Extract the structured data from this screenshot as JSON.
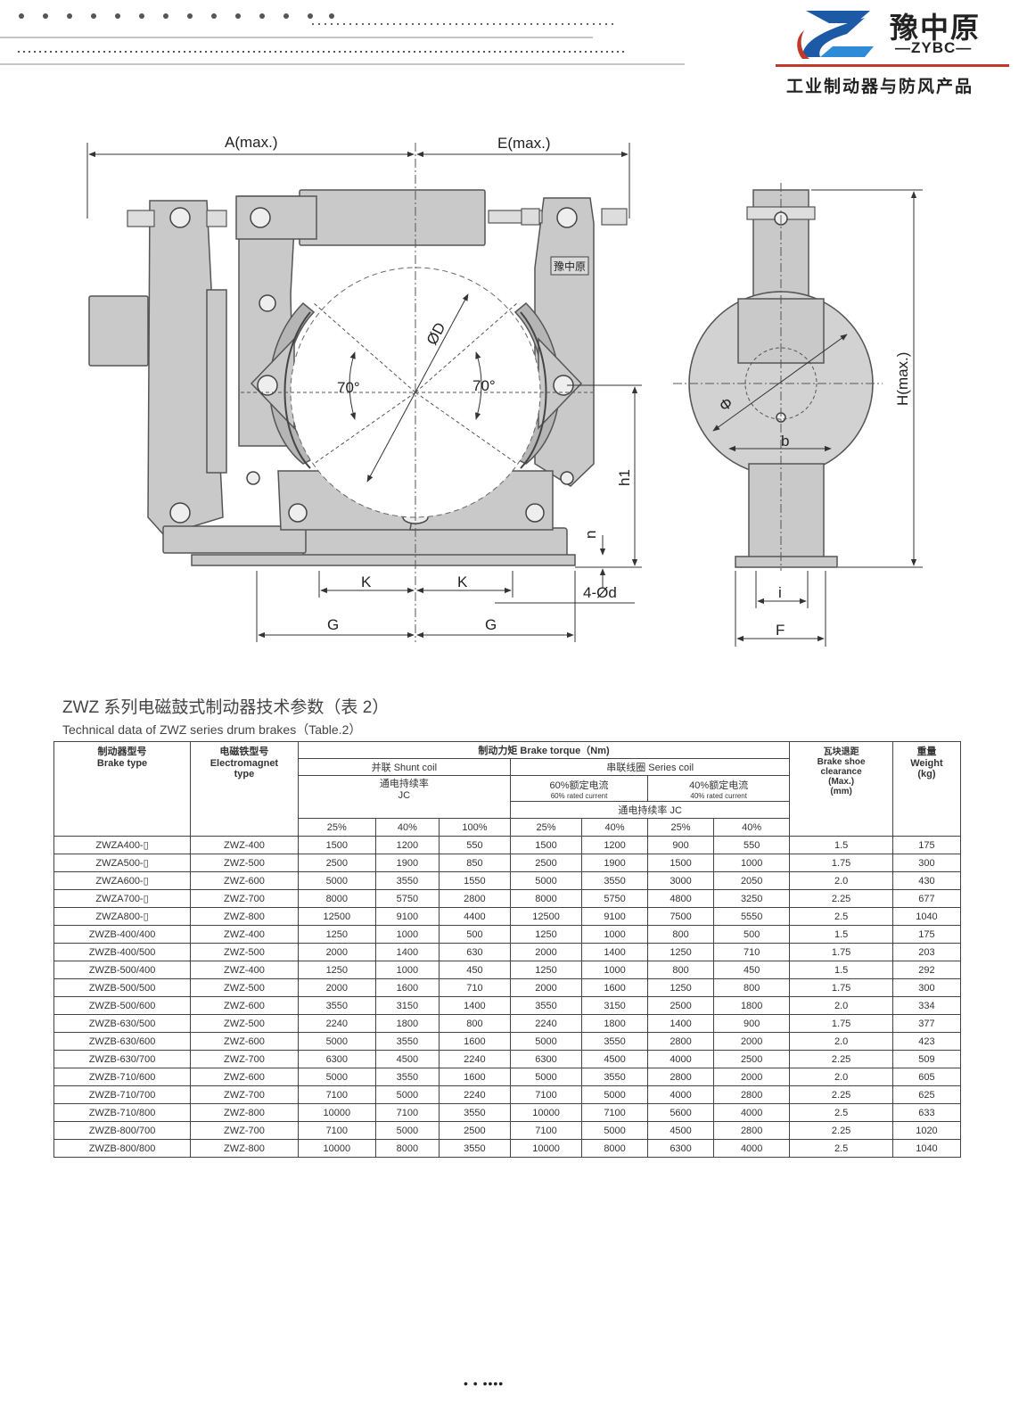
{
  "header": {
    "brand_cn": "豫中原",
    "brand_en": "—ZYBC—",
    "tagline": "工业制动器与防风产品"
  },
  "drawing": {
    "labels": {
      "a_max": "A(max.)",
      "e_max": "E(max.)",
      "diameter_d": "ØD",
      "angle_left": "70°",
      "angle_right": "70°",
      "nameplate": "豫中原",
      "h1": "h1",
      "n": "n",
      "k_left": "K",
      "k_right": "K",
      "holes": "4-Ød",
      "g_left": "G",
      "g_right": "G",
      "h_max": "H(max.)",
      "phi": "Φ",
      "b": "b",
      "i": "i",
      "f": "F"
    }
  },
  "table": {
    "title": "ZWZ 系列电磁鼓式制动器技术参数（表 2）",
    "subtitle": "Technical data of ZWZ series drum brakes（Table.2）",
    "headers": {
      "brake_type_cn": "制动器型号",
      "brake_type_en": "Brake type",
      "magnet_cn": "电磁铁型号",
      "magnet_en": "Electromagnet",
      "magnet_en2": "type",
      "torque": "制动力矩 Brake torque（Nm)",
      "shunt": "并联 Shunt coil",
      "series": "串联线圈  Series coil",
      "jc_cn": "通电持续率",
      "jc": "JC",
      "rated60_cn": "60%额定电流",
      "rated60_en": "60% rated current",
      "rated40_cn": "40%额定电流",
      "rated40_en": "40% rated current",
      "jc_series": "通电持续率  JC",
      "clear_cn": "瓦块退距",
      "clear_en1": "Brake shoe",
      "clear_en2": "clearance",
      "clear_en3": "(Max.)",
      "clear_en4": "(mm)",
      "weight_cn": "重量",
      "weight_en": "Weight",
      "weight_unit": "(kg)",
      "pct": [
        "25%",
        "40%",
        "100%",
        "25%",
        "40%",
        "25%",
        "40%"
      ]
    },
    "rows": [
      [
        "ZWZA400-▯",
        "ZWZ-400",
        "1500",
        "1200",
        "550",
        "1500",
        "1200",
        "900",
        "550",
        "1.5",
        "175"
      ],
      [
        "ZWZA500-▯",
        "ZWZ-500",
        "2500",
        "1900",
        "850",
        "2500",
        "1900",
        "1500",
        "1000",
        "1.75",
        "300"
      ],
      [
        "ZWZA600-▯",
        "ZWZ-600",
        "5000",
        "3550",
        "1550",
        "5000",
        "3550",
        "3000",
        "2050",
        "2.0",
        "430"
      ],
      [
        "ZWZA700-▯",
        "ZWZ-700",
        "8000",
        "5750",
        "2800",
        "8000",
        "5750",
        "4800",
        "3250",
        "2.25",
        "677"
      ],
      [
        "ZWZA800-▯",
        "ZWZ-800",
        "12500",
        "9100",
        "4400",
        "12500",
        "9100",
        "7500",
        "5550",
        "2.5",
        "1040"
      ],
      [
        "ZWZB-400/400",
        "ZWZ-400",
        "1250",
        "1000",
        "500",
        "1250",
        "1000",
        "800",
        "500",
        "1.5",
        "175"
      ],
      [
        "ZWZB-400/500",
        "ZWZ-500",
        "2000",
        "1400",
        "630",
        "2000",
        "1400",
        "1250",
        "710",
        "1.75",
        "203"
      ],
      [
        "ZWZB-500/400",
        "ZWZ-400",
        "1250",
        "1000",
        "450",
        "1250",
        "1000",
        "800",
        "450",
        "1.5",
        "292"
      ],
      [
        "ZWZB-500/500",
        "ZWZ-500",
        "2000",
        "1600",
        "710",
        "2000",
        "1600",
        "1250",
        "800",
        "1.75",
        "300"
      ],
      [
        "ZWZB-500/600",
        "ZWZ-600",
        "3550",
        "3150",
        "1400",
        "3550",
        "3150",
        "2500",
        "1800",
        "2.0",
        "334"
      ],
      [
        "ZWZB-630/500",
        "ZWZ-500",
        "2240",
        "1800",
        "800",
        "2240",
        "1800",
        "1400",
        "900",
        "1.75",
        "377"
      ],
      [
        "ZWZB-630/600",
        "ZWZ-600",
        "5000",
        "3550",
        "1600",
        "5000",
        "3550",
        "2800",
        "2000",
        "2.0",
        "423"
      ],
      [
        "ZWZB-630/700",
        "ZWZ-700",
        "6300",
        "4500",
        "2240",
        "6300",
        "4500",
        "4000",
        "2500",
        "2.25",
        "509"
      ],
      [
        "ZWZB-710/600",
        "ZWZ-600",
        "5000",
        "3550",
        "1600",
        "5000",
        "3550",
        "2800",
        "2000",
        "2.0",
        "605"
      ],
      [
        "ZWZB-710/700",
        "ZWZ-700",
        "7100",
        "5000",
        "2240",
        "7100",
        "5000",
        "4000",
        "2800",
        "2.25",
        "625"
      ],
      [
        "ZWZB-710/800",
        "ZWZ-800",
        "10000",
        "7100",
        "3550",
        "10000",
        "7100",
        "5600",
        "4000",
        "2.5",
        "633"
      ],
      [
        "ZWZB-800/700",
        "ZWZ-700",
        "7100",
        "5000",
        "2500",
        "7100",
        "5000",
        "4500",
        "2800",
        "2.25",
        "1020"
      ],
      [
        "ZWZB-800/800",
        "ZWZ-800",
        "10000",
        "8000",
        "3550",
        "10000",
        "8000",
        "6300",
        "4000",
        "2.5",
        "1040"
      ]
    ]
  },
  "footer": {
    "page_marker": "• • ••••"
  }
}
